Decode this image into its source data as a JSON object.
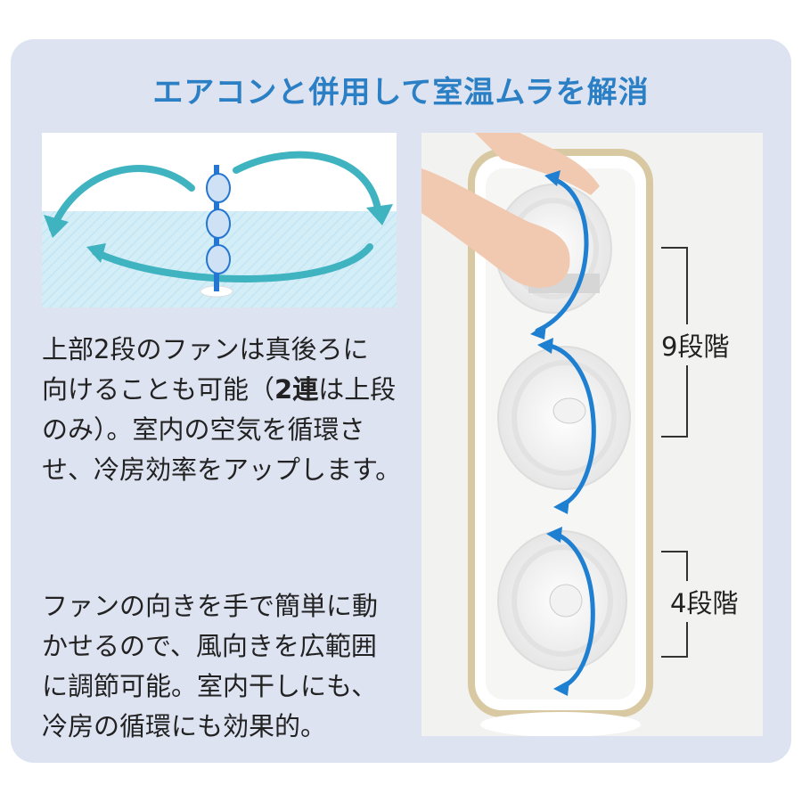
{
  "headline": "エアコンと併用して室温ムラを解消",
  "paragraph1": {
    "line1": "上部2段のファンは真後ろに",
    "line2_a": "向けることも可能（",
    "line2_bold": "2連",
    "line2_b": "は上段",
    "line3": "のみ）。室内の空気を循環さ",
    "line4": "せ、冷房効率をアップします。"
  },
  "paragraph2": {
    "line1": "ファンの向きを手で簡単に動",
    "line2": "かせるので、風向きを広範囲",
    "line3": "に調節可能。室内干しにも、",
    "line4": "冷房の循環にも効果的。"
  },
  "levels": {
    "upper": "9段階",
    "lower": "4段階"
  },
  "colors": {
    "headline": "#2b7fc4",
    "arrow": "#3fb3c0",
    "blue_arrow": "#1f7fd0",
    "card": "#dde3f1"
  },
  "icons": [
    "curved-arrow-icon",
    "tower-fan-icon"
  ]
}
